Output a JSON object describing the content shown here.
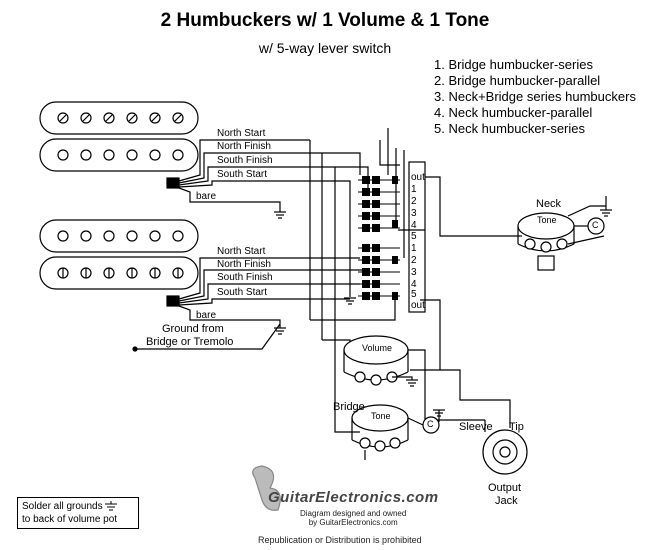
{
  "header": {
    "title": "2 Humbuckers w/ 1 Volume & 1 Tone",
    "subtitle": "w/ 5-way lever switch"
  },
  "positions": [
    "1. Bridge humbucker-series",
    "2. Bridge humbucker-parallel",
    "3. Neck+Bridge series humbuckers",
    "4. Neck humbucker-parallel",
    "5. Neck humbucker-series"
  ],
  "neck_pickup_leads": {
    "north_start": "North Start",
    "north_finish": "North Finish",
    "south_finish": "South Finish",
    "south_start": "South Start",
    "bare": "bare"
  },
  "bridge_pickup_leads": {
    "north_start": "North Start",
    "north_finish": "North Finish",
    "south_finish": "South Finish",
    "south_start": "South Start",
    "bare": "bare"
  },
  "switch": {
    "labels_top": [
      "out",
      "1",
      "2",
      "3",
      "4",
      "5"
    ],
    "labels_bottom": [
      "1",
      "2",
      "3",
      "4",
      "5",
      "out"
    ]
  },
  "controls": {
    "neck_label": "Neck",
    "neck_tone": "Tone",
    "volume": "Volume",
    "bridge_label": "Bridge",
    "bridge_tone": "Tone",
    "cap_symbol": "C"
  },
  "ground_from": "Ground from",
  "ground_from2": "Bridge or Tremolo",
  "jack": {
    "sleeve": "Sleeve",
    "tip": "Tip",
    "label1": "Output",
    "label2": "Jack"
  },
  "note": {
    "line1": "Solder all grounds",
    "line2": "to back of volume pot"
  },
  "watermark": {
    "brand": "GuitarElectronics.com",
    "line1": "Diagram designed and owned",
    "line2": "by GuitarElectronics.com",
    "notice": "Republication or Distribution is prohibited"
  }
}
